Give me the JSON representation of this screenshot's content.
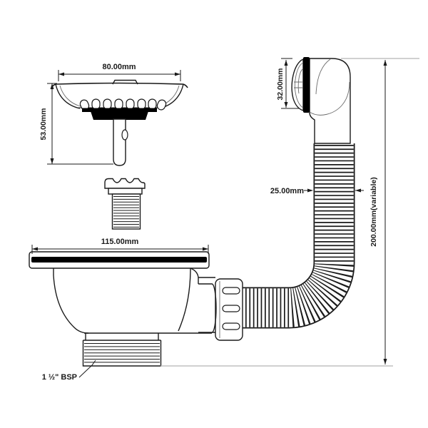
{
  "diagram": {
    "dimensions": {
      "strainer_width": "80.00mm",
      "strainer_height": "53.00mm",
      "flange_width": "115.00mm",
      "thread_size": "1 ½\" BSP",
      "overflow_face_height": "32.00mm",
      "pipe_diameter": "25.00mm",
      "pipe_length": "200.00mm(variable)"
    },
    "colors": {
      "line": "#1a1a1a",
      "extension_line": "#b3b3b3",
      "seal": "#000000",
      "background": "#ffffff"
    }
  }
}
